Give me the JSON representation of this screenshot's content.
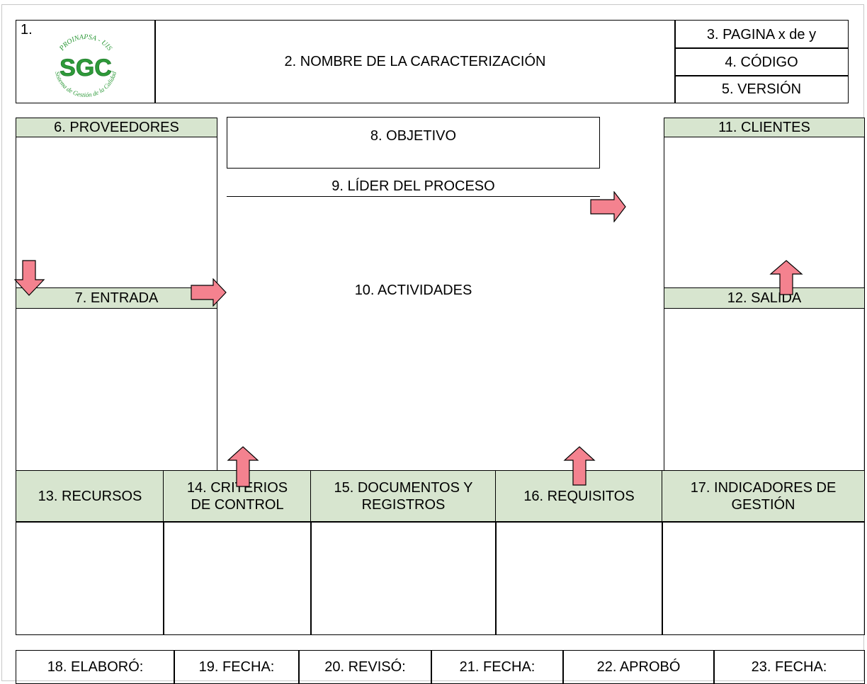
{
  "header": {
    "logo_number": "1.",
    "logo": {
      "top_text": "PROINAPSA - UIS",
      "center_text": "SGC",
      "bottom_text": "Sistema de Gestión de la Calidad",
      "color": "#2e9a3a"
    },
    "title": "2. NOMBRE DE LA CARACTERIZACIÓN",
    "pagina": "3. PAGINA x de y",
    "codigo": "4. CÓDIGO",
    "version": "5. VERSIÓN"
  },
  "sections": {
    "proveedores": "6. PROVEEDORES",
    "entrada": "7. ENTRADA",
    "objetivo": "8. OBJETIVO",
    "lider": "9. LÍDER DEL PROCESO",
    "actividades": "10. ACTIVIDADES",
    "clientes": "11. CLIENTES",
    "salida": "12. SALIDA"
  },
  "bottom_headers": [
    "13. RECURSOS",
    "14. CRITERIOS DE CONTROL",
    "15. DOCUMENTOS Y REGISTROS",
    "16. REQUISITOS",
    "17. INDICADORES DE GESTIÓN"
  ],
  "footer": [
    "18. ELABORÓ:",
    "19. FECHA:",
    "20. REVISÓ:",
    "21. FECHA:",
    "22. APROBÓ",
    "23. FECHA:"
  ],
  "colors": {
    "header_fill": "#d7e5cf",
    "arrow_fill": "#f4828f"
  },
  "icons": [
    "arrow-down-icon",
    "arrow-right-icon",
    "arrow-up-icon"
  ]
}
